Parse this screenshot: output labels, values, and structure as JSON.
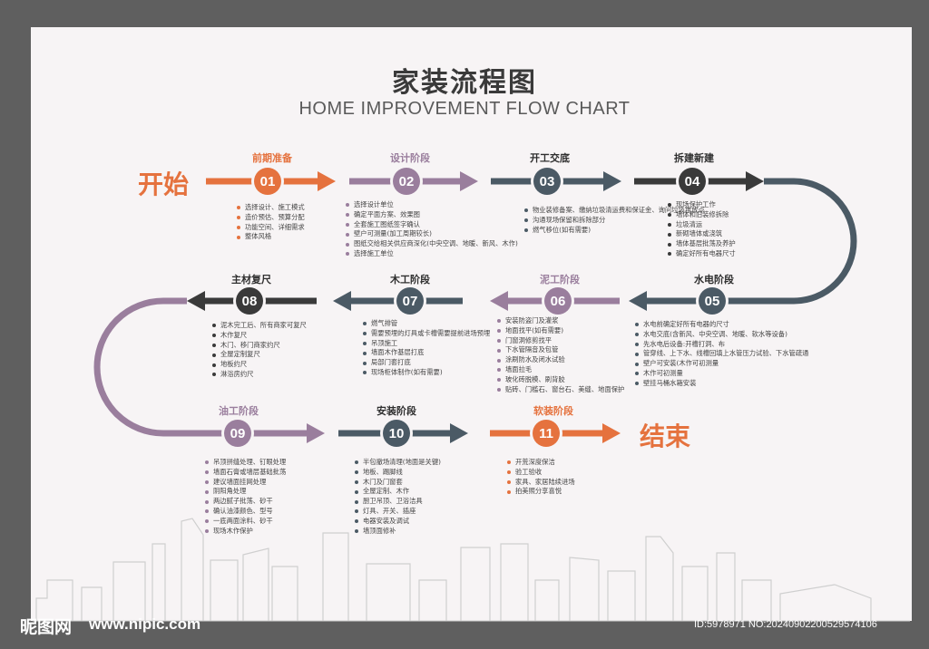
{
  "title_cn": "家装流程图",
  "title_en": "HOME IMPROVEMENT FLOW CHART",
  "start_label": "开始",
  "end_label": "结束",
  "colors": {
    "orange": "#e5723e",
    "purple": "#9a7e9d",
    "slate": "#4b5a65",
    "dark": "#3a3a3a"
  },
  "stages": [
    {
      "num": "01",
      "title": "前期准备",
      "items": [
        "选择设计、施工模式",
        "造价预估、预算分配",
        "功能空间、详细需求",
        "整体风格"
      ]
    },
    {
      "num": "02",
      "title": "设计阶段",
      "items": [
        "选择设计单位",
        "确定平面方案、效果图",
        "全套施工图纸签字确认",
        "壁户可测量(加工周期较长)",
        "图纸交给相关供应商深化(中央空调、地暖、新风、木作)",
        "选择施工单位"
      ]
    },
    {
      "num": "03",
      "title": "开工交底",
      "items": [
        "物业装修备案、缴纳垃圾清运费和保证金、询问垃圾堆放点",
        "沟通现场保留和拆除部分",
        "燃气移位(如有需要)"
      ]
    },
    {
      "num": "04",
      "title": "拆建新建",
      "items": [
        "现场保护工作",
        "墙体和旧装修拆除",
        "垃圾清运",
        "新砌墙体或浇筑",
        "墙体基层批荡及养护",
        "确定好所有电器尺寸"
      ]
    },
    {
      "num": "05",
      "title": "水电阶段",
      "items": [
        "水电前确定好所有电器的尺寸",
        "水电交底(含新风、中央空调、地暖、软水等设备)",
        "先水电后设备:开槽打洞、布",
        "管穿线、上下水、线槽回填上水管压力试验、下水管疏通",
        "壁户可安装(木作可初测量",
        "木作可初测量",
        "壁挂马桶水箱安装"
      ]
    },
    {
      "num": "06",
      "title": "泥工阶段",
      "items": [
        "安装防盗门及灌浆",
        "地面找平(如有需要)",
        "门窗洞修剪找平",
        "下水管隔音及包管",
        "涂刷防水及闭水试验",
        "墙面拉毛",
        "玻化砖脱模、刷背胶",
        "贴砖、门槛石、窗台石、美缝、地面保护"
      ]
    },
    {
      "num": "07",
      "title": "木工阶段",
      "items": [
        "燃气排管",
        "需要预埋的灯具或卡槽需要提前进场预埋",
        "吊顶施工",
        "墙面木作基层打底",
        "局部门套打底",
        "现场柜体制作(如有需要)"
      ]
    },
    {
      "num": "08",
      "title": "主材复尺",
      "items": [
        "泥木完工后、所有商家可复尺",
        "木作复尺",
        "木门、移门商家约尺",
        "全屋定制复尺",
        "地板约尺",
        "淋浴房约尺"
      ]
    },
    {
      "num": "09",
      "title": "油工阶段",
      "items": [
        "吊顶拼缝处理、钉眼处理",
        "墙面石膏或墙层基础批荡",
        "建议墙面挂网处理",
        "阴阳角处理",
        "两边腻子批荡、砂干",
        "确认油漆颜色、型号",
        "一底两面涂料、砂干",
        "现场木作保护"
      ]
    },
    {
      "num": "10",
      "title": "安装阶段",
      "items": [
        "半包撤场清理(地面是关键)",
        "地板、踢脚线",
        "木门及门窗套",
        "全屋定制、木作",
        "厨卫吊顶、卫浴洁具",
        "灯具、开关、插座",
        "电器安装及调试",
        "墙顶面修补"
      ]
    },
    {
      "num": "11",
      "title": "软装阶段",
      "items": [
        "开荒深度保洁",
        "验工验收",
        "家具、家居陆续进场",
        "拍美照分享喜悦"
      ]
    }
  ],
  "watermark": {
    "logo": "昵图网",
    "url": "www.nipic.com",
    "id": "ID:5978971 NO:20240902200529574106"
  }
}
